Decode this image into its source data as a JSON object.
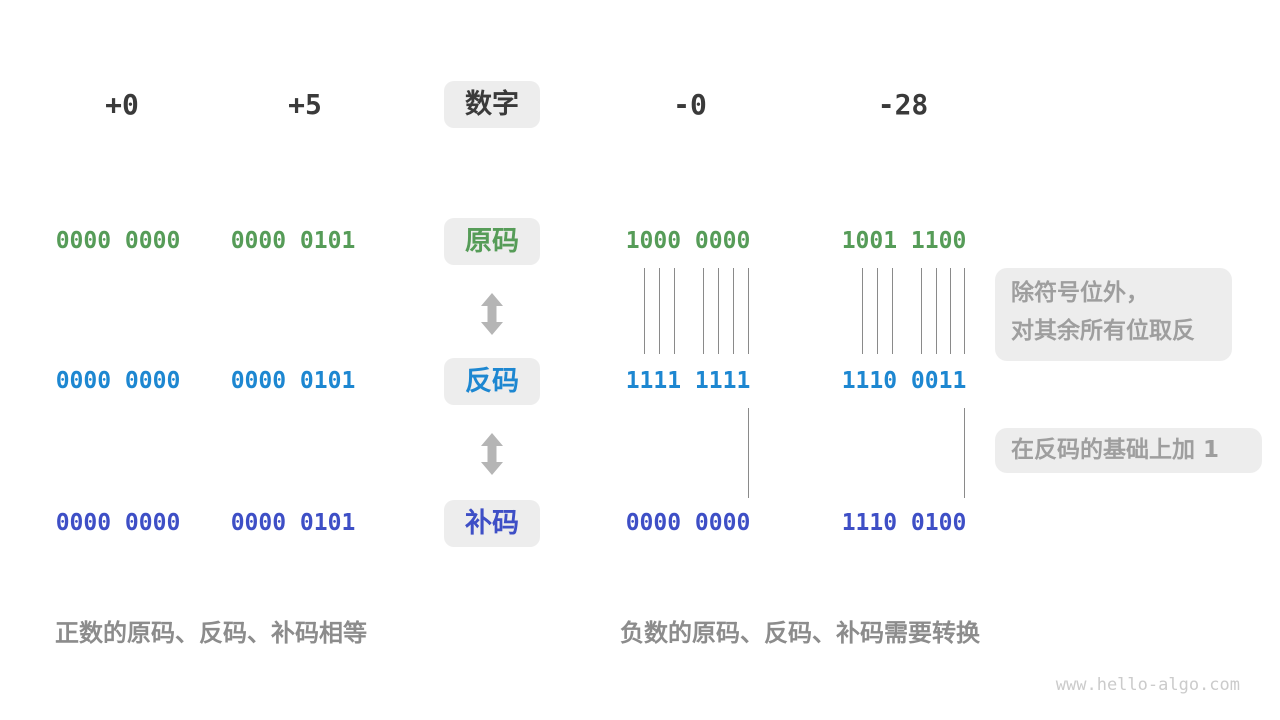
{
  "colors": {
    "green": "#569c58",
    "blue": "#1d87d1",
    "indigo": "#3e4fc6",
    "badge_bg": "#ededed",
    "dark": "#3a3a3a",
    "note_text": "#9e9e9e",
    "arrow": "#b5b5b5",
    "line": "#8a8a8a",
    "caption": "#8c8c8c",
    "watermark": "#cbcbcb"
  },
  "header": {
    "badge": "数字",
    "values": [
      "+0",
      "+5",
      "-0",
      "-28"
    ]
  },
  "rows": [
    {
      "badge": "原码",
      "values": [
        "0000 0000",
        "0000 0101",
        "1000 0000",
        "1001 1100"
      ]
    },
    {
      "badge": "反码",
      "values": [
        "0000 0000",
        "0000 0101",
        "1111 1111",
        "1110 0011"
      ]
    },
    {
      "badge": "补码",
      "values": [
        "0000 0000",
        "0000 0101",
        "0000 0000",
        "1110 0100"
      ]
    }
  ],
  "annotations": {
    "invert_line1": "除符号位外，",
    "invert_line2": "对其余所有位取反",
    "add_one": "在反码的基础上加 1"
  },
  "captions": {
    "positive": "正数的原码、反码、补码相等",
    "negative": "负数的原码、反码、补码需要转换"
  },
  "watermark": "www.hello-algo.com"
}
